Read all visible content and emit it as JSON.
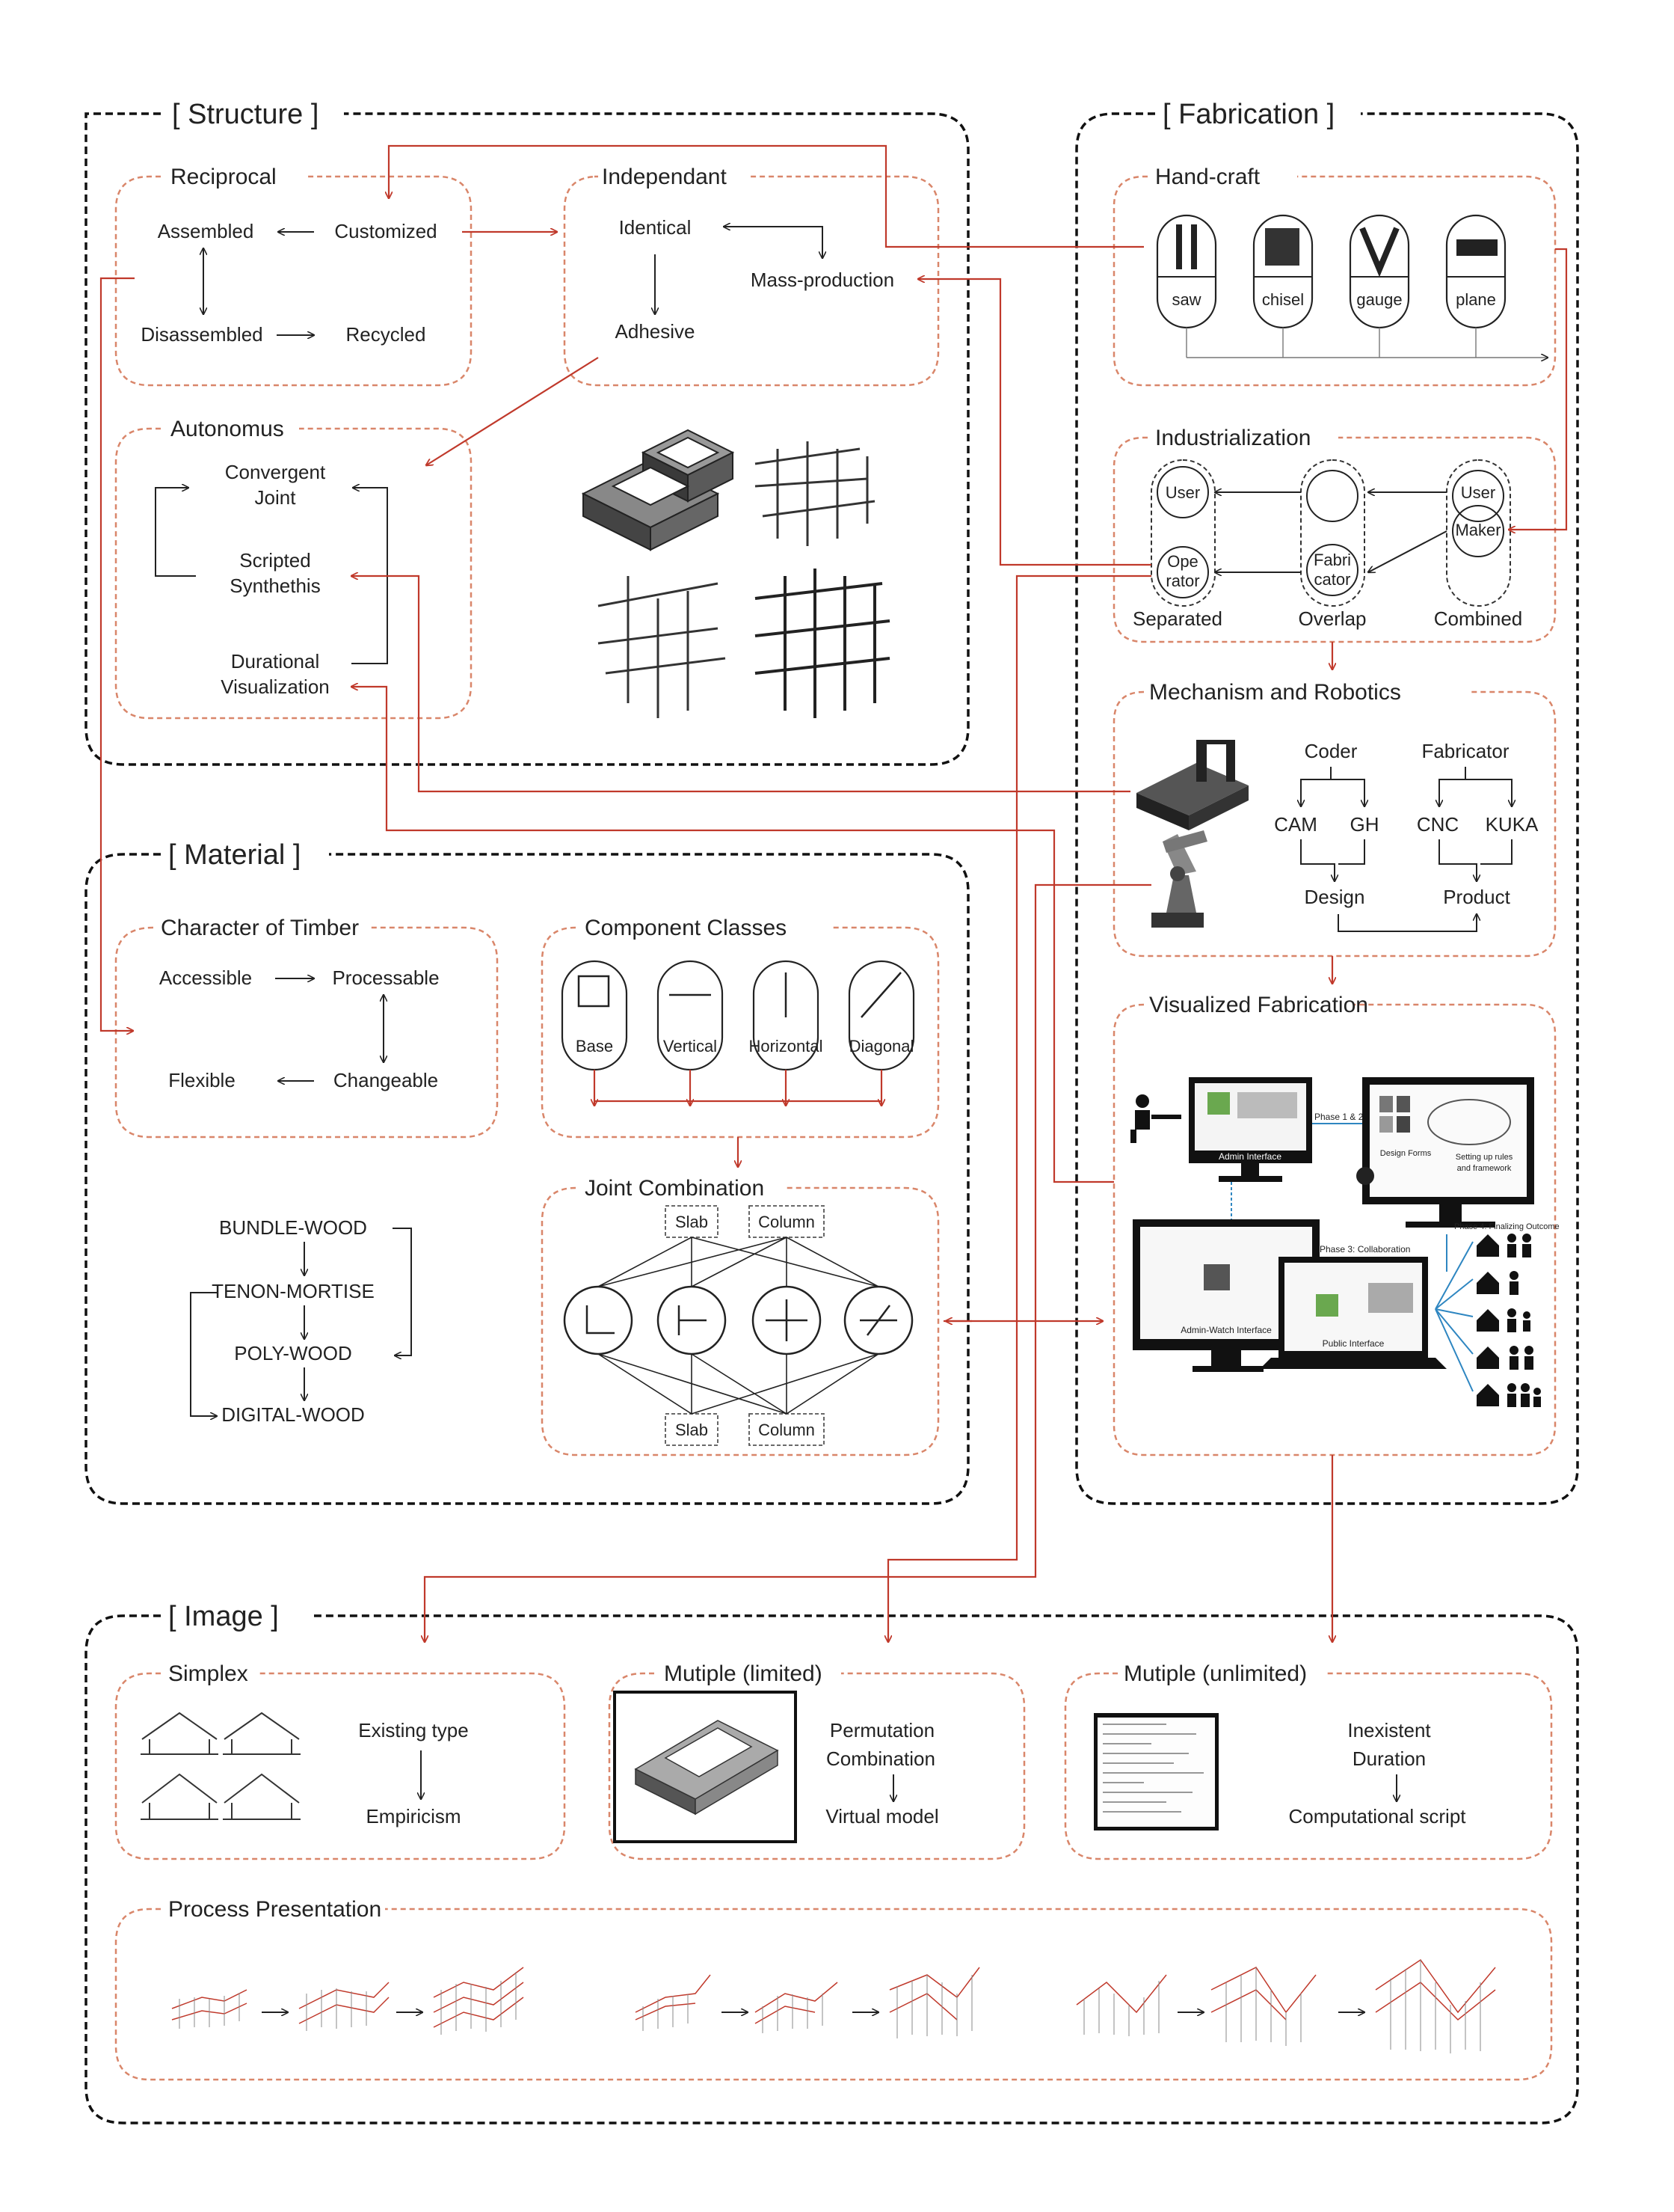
{
  "sections": {
    "structure": "[ Structure ]",
    "fabrication": "[ Fabrication ]",
    "material": "[ Material ]",
    "image": "[ Image ]"
  },
  "structure": {
    "reciprocal": {
      "title": "Reciprocal",
      "assembled": "Assembled",
      "customized": "Customized",
      "disassembled": "Disassembled",
      "recycled": "Recycled"
    },
    "independant": {
      "title": "Independant",
      "identical": "Identical",
      "mass_production": "Mass-production",
      "adhesive": "Adhesive"
    },
    "autonomus": {
      "title": "Autonomus",
      "convergent_1": "Convergent",
      "convergent_2": "Joint",
      "scripted_1": "Scripted",
      "scripted_2": "Synthethis",
      "durational_1": "Durational",
      "durational_2": "Visualization"
    }
  },
  "fabrication": {
    "handcraft": {
      "title": "Hand-craft",
      "tools": [
        "saw",
        "chisel",
        "gauge",
        "plane"
      ]
    },
    "industrialization": {
      "title": "Industrialization",
      "user": "User",
      "ope_1": "Ope",
      "ope_2": "rator",
      "fabri_1": "Fabri",
      "fabri_2": "cator",
      "maker": "Maker",
      "separated": "Separated",
      "overlap": "Overlap",
      "combined": "Combined"
    },
    "mechanism": {
      "title": "Mechanism and Robotics",
      "coder": "Coder",
      "fabricator": "Fabricator",
      "cam": "CAM",
      "gh": "GH",
      "cnc": "CNC",
      "kuka": "KUKA",
      "design": "Design",
      "product": "Product"
    },
    "visualized": {
      "title": "Visualized Fabrication",
      "admin_interface": "Admin Interface",
      "phase12": "Phase 1 & 2",
      "design_forms": "Design Forms",
      "setting_1": "Setting up rules",
      "setting_2": "and framework",
      "phase3": "Phase 3: Collaboration",
      "phase4": "Phase 4: Finalizing Outcome",
      "admin_watch": "Admin-Watch Interface",
      "public_interface": "Public Interface"
    }
  },
  "material": {
    "character": {
      "title": "Character of Timber",
      "accessible": "Accessible",
      "processable": "Processable",
      "flexible": "Flexible",
      "changeable": "Changeable"
    },
    "components": {
      "title": "Component Classes",
      "items": [
        "Base",
        "Vertical",
        "Horizontal",
        "Diagonal"
      ]
    },
    "joint": {
      "title": "Joint Combination",
      "slab": "Slab",
      "column": "Column"
    },
    "wood": [
      "BUNDLE-WOOD",
      "TENON-MORTISE",
      "POLY-WOOD",
      "DIGITAL-WOOD"
    ]
  },
  "image": {
    "simplex": {
      "title": "Simplex",
      "existing": "Existing type",
      "empiricism": "Empiricism"
    },
    "limited": {
      "title": "Mutiple (limited)",
      "permutation": "Permutation",
      "combination": "Combination",
      "virtual": "Virtual model"
    },
    "unlimited": {
      "title": "Mutiple (unlimited)",
      "inexistent": "Inexistent",
      "duration": "Duration",
      "script": "Computational script"
    },
    "process": {
      "title": "Process Presentation"
    }
  },
  "colors": {
    "accent": "#c0392b",
    "dashed": "#d9866a",
    "ink": "#222222",
    "blue_link": "#2e86c1"
  }
}
